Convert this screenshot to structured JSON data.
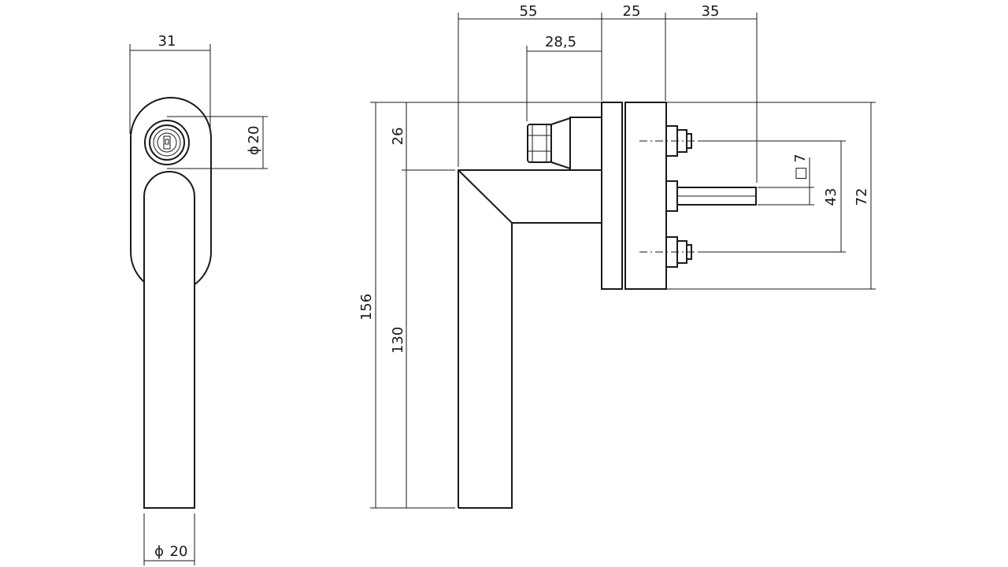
{
  "drawing": {
    "front_view": {
      "dim_width": "31",
      "dim_cylinder_diameter": "20",
      "dim_grip_diameter": "20",
      "diameter_symbol": "ϕ"
    },
    "side_view": {
      "dim_lever_length": "55",
      "dim_rose_depth": "25",
      "dim_spindle_length": "35",
      "dim_cylinder_offset": "28,5",
      "dim_neck_height": "26",
      "dim_total_height": "156",
      "dim_grip_length": "130",
      "dim_spindle_square": "7",
      "square_symbol": "□",
      "dim_screw_spacing": "43",
      "dim_rose_height": "72"
    }
  }
}
